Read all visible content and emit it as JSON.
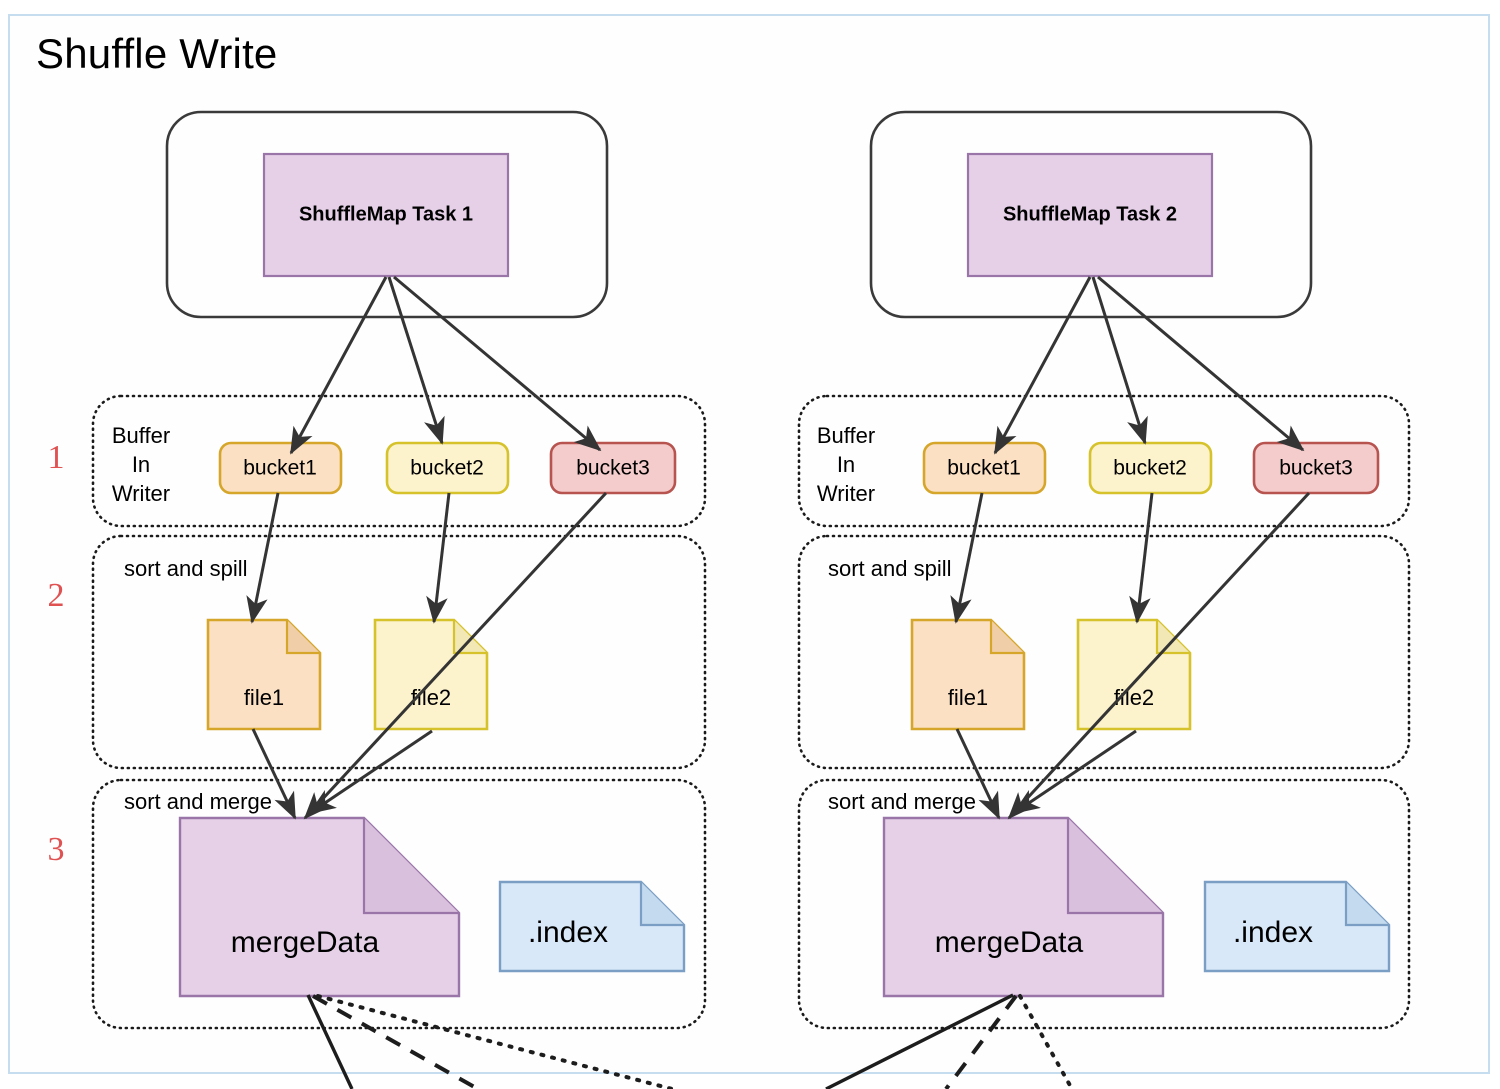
{
  "diagram": {
    "title": "Shuffle Write",
    "frame_border_color": "#c5ddef",
    "steps": [
      {
        "number": "1",
        "phase_label": "Buffer In Writer"
      },
      {
        "number": "2",
        "phase_label": "sort and spill"
      },
      {
        "number": "3",
        "phase_label": "sort and merge"
      }
    ],
    "step_numbers": {
      "one": "1",
      "two": "2",
      "three": "3"
    },
    "phase_labels": {
      "buffer_line1": "Buffer",
      "buffer_line2": "In",
      "buffer_line3": "Writer",
      "spill": "sort and spill",
      "merge": "sort and merge"
    },
    "tasks": [
      {
        "name": "ShuffleMap Task 1",
        "buckets": [
          {
            "label": "bucket1",
            "fill": "#fbe0c3",
            "stroke": "#d6a62a"
          },
          {
            "label": "bucket2",
            "fill": "#fcf2cc",
            "stroke": "#d6c22a"
          },
          {
            "label": "bucket3",
            "fill": "#f4cccc",
            "stroke": "#b85450"
          }
        ],
        "files": [
          {
            "label": "file1",
            "fill": "#fbe0c3",
            "stroke": "#d6a62a"
          },
          {
            "label": "file2",
            "fill": "#fcf2cc",
            "stroke": "#d6c22a"
          }
        ],
        "merge_output": {
          "label": "mergeData",
          "fill": "#e5d0e8",
          "stroke": "#9a76a8"
        },
        "index_output": {
          "label": ".index",
          "fill": "#d8e8f8",
          "stroke": "#7a9ec4"
        },
        "task_box": {
          "fill": "#e5d0e8",
          "stroke": "#9a76a8"
        }
      },
      {
        "name": "ShuffleMap Task 2",
        "buckets": [
          {
            "label": "bucket1",
            "fill": "#fbe0c3",
            "stroke": "#d6a62a"
          },
          {
            "label": "bucket2",
            "fill": "#fcf2cc",
            "stroke": "#d6c22a"
          },
          {
            "label": "bucket3",
            "fill": "#f4cccc",
            "stroke": "#b85450"
          }
        ],
        "files": [
          {
            "label": "file1",
            "fill": "#fbe0c3",
            "stroke": "#d6a62a"
          },
          {
            "label": "file2",
            "fill": "#fcf2cc",
            "stroke": "#d6c22a"
          }
        ],
        "merge_output": {
          "label": "mergeData",
          "fill": "#e5d0e8",
          "stroke": "#9a76a8"
        },
        "index_output": {
          "label": ".index",
          "fill": "#d8e8f8",
          "stroke": "#7a9ec4"
        },
        "task_box": {
          "fill": "#e5d0e8",
          "stroke": "#9a76a8"
        }
      }
    ]
  }
}
